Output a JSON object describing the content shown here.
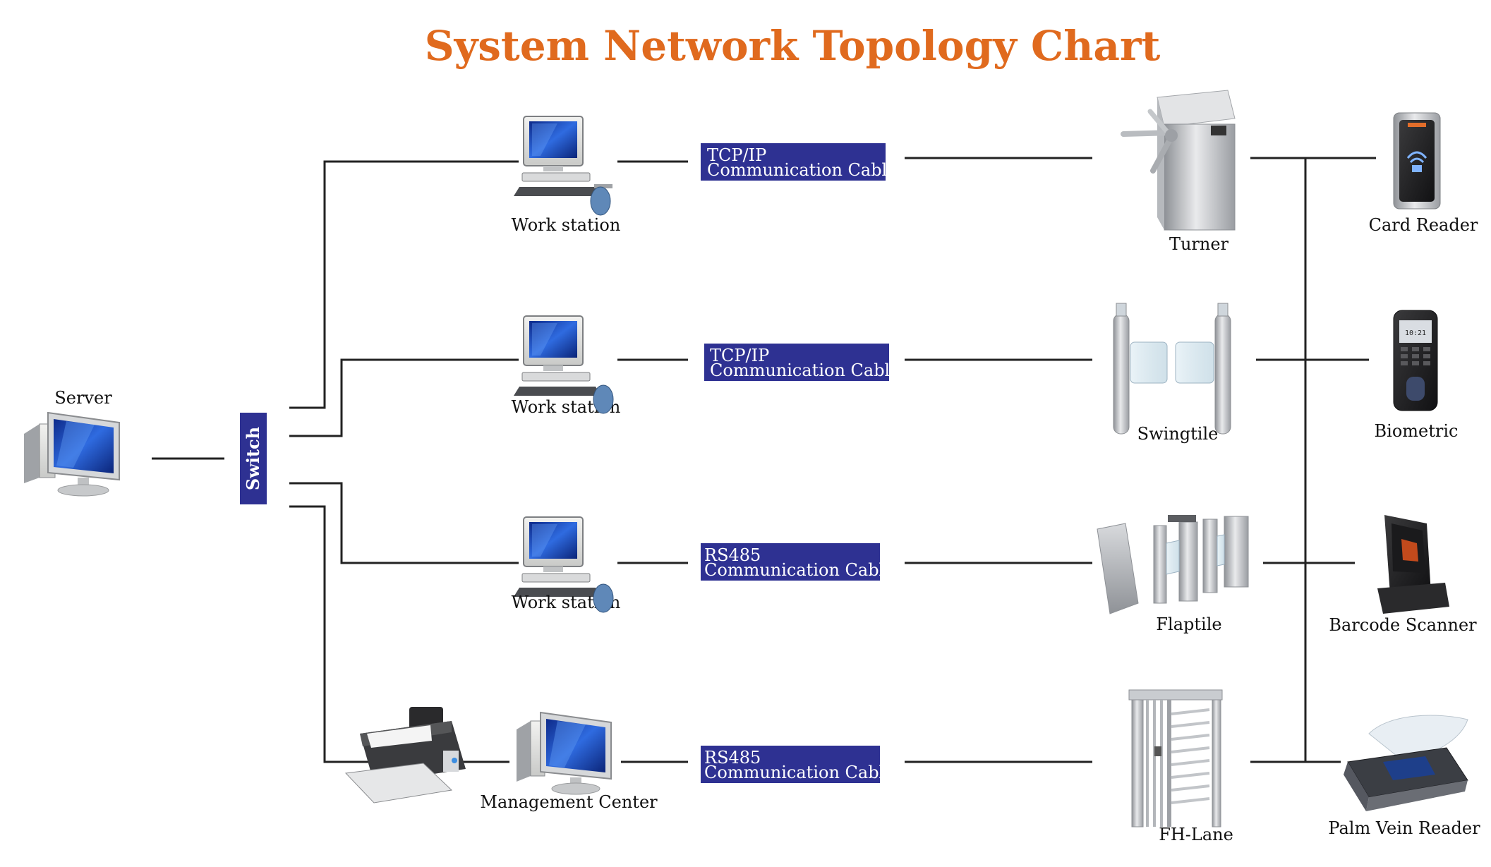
{
  "title": "System Network Topology Chart",
  "server": {
    "label": "Server"
  },
  "switch": {
    "label": "Switch"
  },
  "workstations": [
    {
      "label": "Work station"
    },
    {
      "label": "Work station"
    },
    {
      "label": "Work station"
    }
  ],
  "management_center": {
    "label": "Management Center"
  },
  "cables": [
    {
      "line1": "TCP/IP",
      "line2": "Communication Cable"
    },
    {
      "line1": "TCP/IP",
      "line2": "Communication Cable"
    },
    {
      "line1": "RS485",
      "line2": "Communication Cable"
    },
    {
      "line1": "RS485",
      "line2": "Communication Cable"
    }
  ],
  "gates": [
    {
      "label": "Turner"
    },
    {
      "label": "Swingtile"
    },
    {
      "label": "Flaptile"
    },
    {
      "label": "FH-Lane"
    }
  ],
  "readers": [
    {
      "label": "Card Reader"
    },
    {
      "label": "Biometric"
    },
    {
      "label": "Barcode Scanner"
    },
    {
      "label": "Palm Vein Reader"
    }
  ],
  "colors": {
    "title": "#e06a1e",
    "cable_box": "#2e3192",
    "switch_box": "#2e3192",
    "monitor_screen": "#1f4fb8"
  },
  "icons": [
    "server-icon",
    "workstation-icon",
    "printer-icon",
    "turnstile-icon",
    "swing-gate-icon",
    "flap-barrier-icon",
    "full-height-turnstile-icon",
    "card-reader-icon",
    "biometric-terminal-icon",
    "barcode-scanner-icon",
    "palm-vein-reader-icon"
  ]
}
